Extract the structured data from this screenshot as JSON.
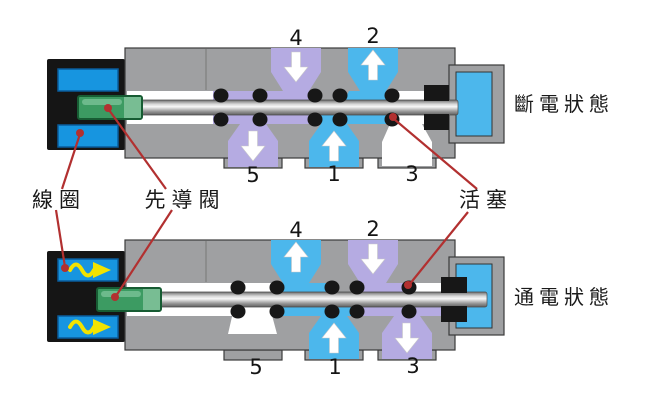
{
  "states": {
    "top": "斷電狀態",
    "bottom": "通電狀態"
  },
  "part_labels": {
    "coil": "線圈",
    "pilot_valve": "先導閥",
    "piston": "活塞"
  },
  "port_numbers": {
    "p4": "4",
    "p2": "2",
    "p5": "5",
    "p1": "1",
    "p3": "3"
  },
  "colors": {
    "background": "#ffffff",
    "valve_body_gray": "#9fa0a2",
    "channel_blue": "#4cb7ec",
    "channel_purple": "#b5abe2",
    "coil_blue": "#1795e0",
    "pilot_green": "#3c9b62",
    "housing_black": "#151515",
    "seal_black": "#171717",
    "leader_red": "#b23030",
    "flow_arrow_white": "#ffffff",
    "current_arrow_yellow": "#f2e300"
  }
}
